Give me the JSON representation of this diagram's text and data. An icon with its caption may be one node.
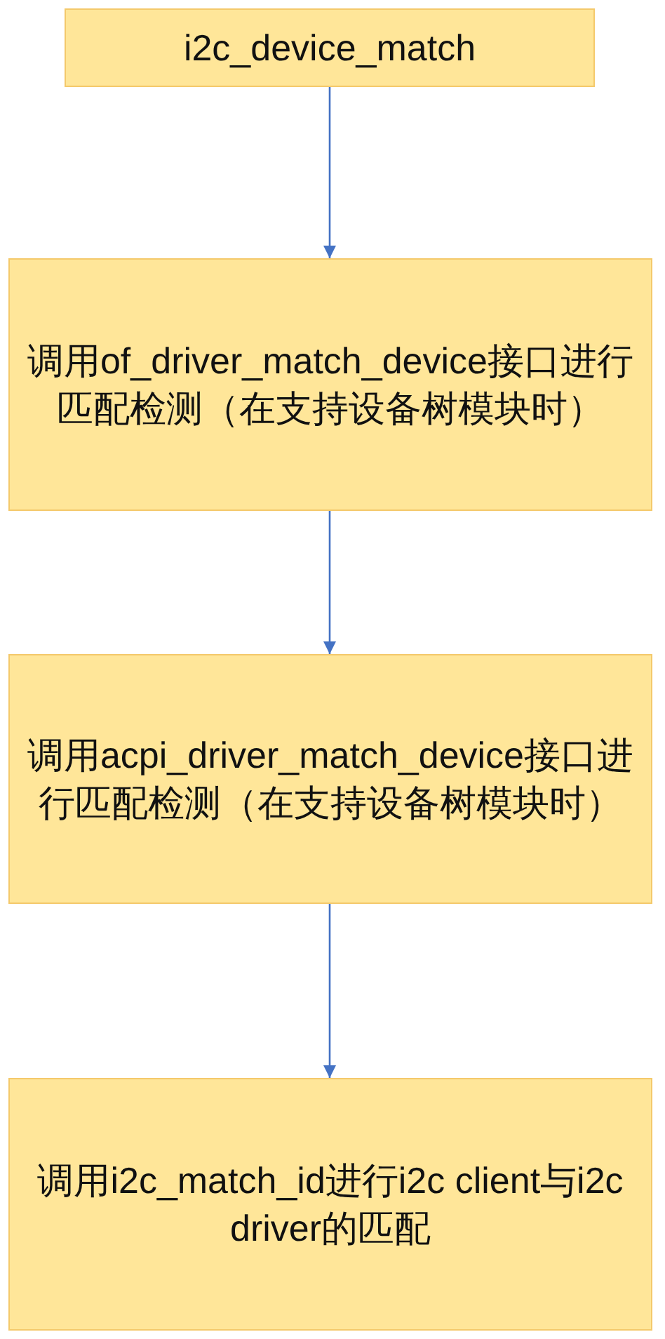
{
  "diagram": {
    "nodes": [
      {
        "text": [
          "i2c_device_match"
        ]
      },
      {
        "text": [
          "调用of_driver_match_device接口进行匹配检测（在支持设备树模块时）"
        ]
      },
      {
        "text": [
          "调用acpi_driver_match_device接口进行匹配检测（在支持设备树模块时）"
        ]
      },
      {
        "text": [
          "调用i2c_match_id进行i2c client与i2c driver的匹配"
        ]
      }
    ],
    "edges": [
      {
        "from": 0,
        "to": 1,
        "arrow": "to"
      },
      {
        "from": 1,
        "to": 2,
        "arrow": "to"
      },
      {
        "from": 2,
        "to": 3,
        "arrow": "to"
      }
    ]
  }
}
